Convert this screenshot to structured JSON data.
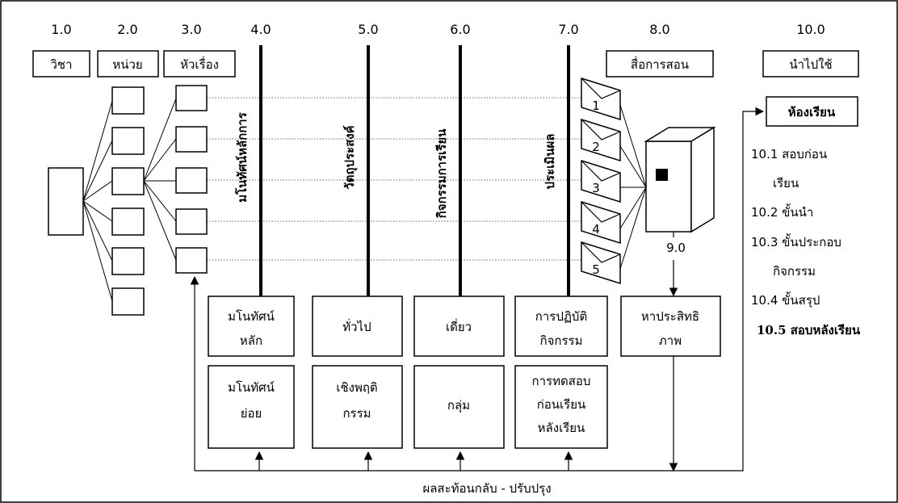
{
  "columns": {
    "c1": {
      "number": "1.0",
      "title": "วิชา"
    },
    "c2": {
      "number": "2.0",
      "title": "หน่วย"
    },
    "c3": {
      "number": "3.0",
      "title": "หัวเรื่อง"
    },
    "c4": {
      "number": "4.0",
      "vertical": "มโนทัศน์หลักการ"
    },
    "c5": {
      "number": "5.0",
      "vertical": "วัตถุประสงค์"
    },
    "c6": {
      "number": "6.0",
      "vertical": "กิจกรรมการเรียน"
    },
    "c7": {
      "number": "7.0",
      "vertical": "ประเมินผล"
    },
    "c8": {
      "number": "8.0",
      "title": "สื่อการสอน"
    },
    "c10": {
      "number": "10.0",
      "title": "นำไปใช้"
    }
  },
  "media_numbers": [
    "1",
    "2",
    "3",
    "4",
    "5"
  ],
  "evaluation_number": "9.0",
  "boxes": {
    "concept_main": [
      "มโนทัศน์",
      "หลัก"
    ],
    "concept_sub": [
      "มโนทัศน์",
      "ย่อย"
    ],
    "objective_general": [
      "ทั่วไป"
    ],
    "objective_behavioral": [
      "เชิงพฤติ",
      "กรรม"
    ],
    "activity_single": [
      "เดี่ยว"
    ],
    "activity_group": [
      "กลุ่ม"
    ],
    "eval_practice": [
      "การปฏิบัติ",
      "กิจกรรม"
    ],
    "eval_test": [
      "การทดสอบ",
      "ก่อนเรียน",
      "หลังเรียน"
    ],
    "efficiency": [
      "หาประสิทธิ",
      "ภาพ"
    ]
  },
  "classroom": {
    "title": "ห้องเรียน",
    "steps": [
      "10.1 สอบก่อน",
      "เรียน",
      "10.2 ขั้นนำ",
      "10.3 ขั้นประกอบ",
      "กิจกรรม",
      "10.4 ขั้นสรุป",
      "10.5 สอบหลังเรียน"
    ]
  },
  "feedback_label": "ผลสะท้อนกลับ - ปรับปรุง"
}
